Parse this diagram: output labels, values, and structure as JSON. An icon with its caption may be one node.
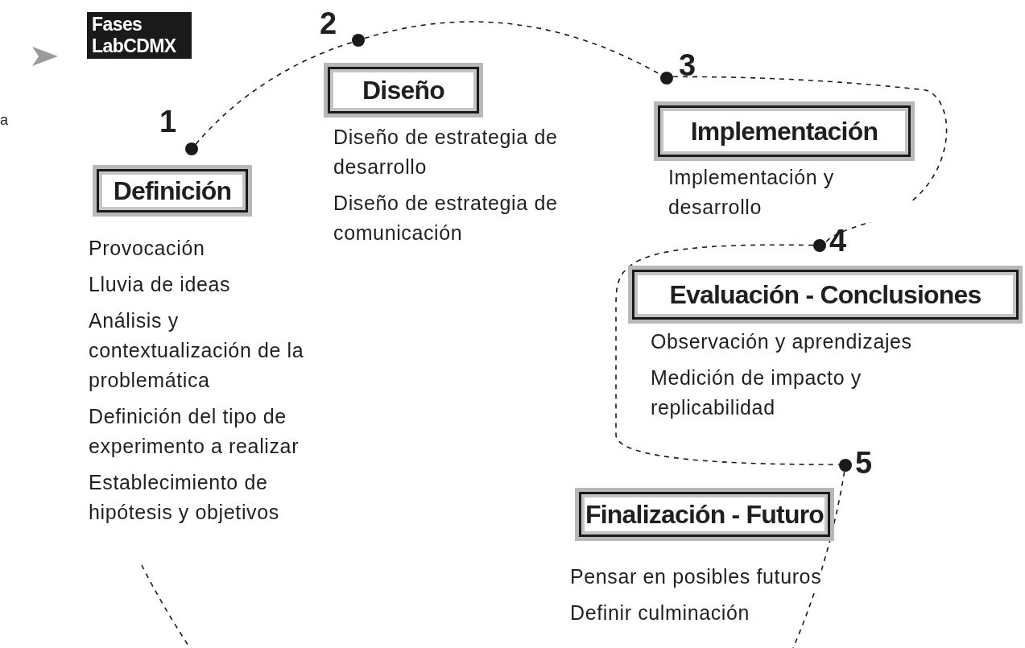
{
  "diagram": {
    "title": "Fases LabCDMX",
    "nodes": [
      {
        "text": [],
        "shape": "circle",
        "beside": [
          "1"
        ]
      },
      {
        "text": [
          "Definición"
        ],
        "beside": [
          "Provocación",
          "Lluvia de ideas",
          "Análisis y contextualización de la problemática",
          "Definición del tipo de experimento a realizar",
          "Establecimiento de hipótesis y objetivos"
        ]
      },
      {
        "text": [],
        "shape": "circle",
        "beside": [
          "2"
        ]
      },
      {
        "text": [
          "Diseño"
        ],
        "beside": [
          "Diseño de estrategia de desarrollo",
          "Diseño de estrategia de comunicación"
        ]
      },
      {
        "text": [],
        "shape": "circle",
        "beside": [
          "3"
        ]
      },
      {
        "text": [
          "Implementación"
        ],
        "beside": [
          "Implementación y desarrollo"
        ]
      },
      {
        "text": [],
        "shape": "circle",
        "beside": [
          "4"
        ]
      },
      {
        "text": [
          "Evaluación - Conclusiones"
        ],
        "beside": [
          "Observación y aprendizajes",
          "Medición de impacto y replicabilidad"
        ]
      },
      {
        "text": [],
        "shape": "circle",
        "beside": [
          "5"
        ]
      },
      {
        "text": [
          "Finalización - Futuro"
        ],
        "beside": [
          "Pensar en posibles futuros",
          "Definir culminación"
        ]
      }
    ],
    "edges": [
      {
        "from": 0,
        "to": 2,
        "arrow": "none",
        "style": "dashed"
      },
      {
        "from": 2,
        "to": 4,
        "arrow": "none",
        "style": "dashed"
      },
      {
        "from": 4,
        "to": 6,
        "arrow": "none",
        "style": "dashed"
      },
      {
        "from": 6,
        "to": 8,
        "arrow": "none",
        "style": "dashed"
      },
      {
        "from": 8,
        "to": null,
        "arrow": "none",
        "style": "dashed"
      }
    ],
    "labels": [
      "a"
    ]
  }
}
